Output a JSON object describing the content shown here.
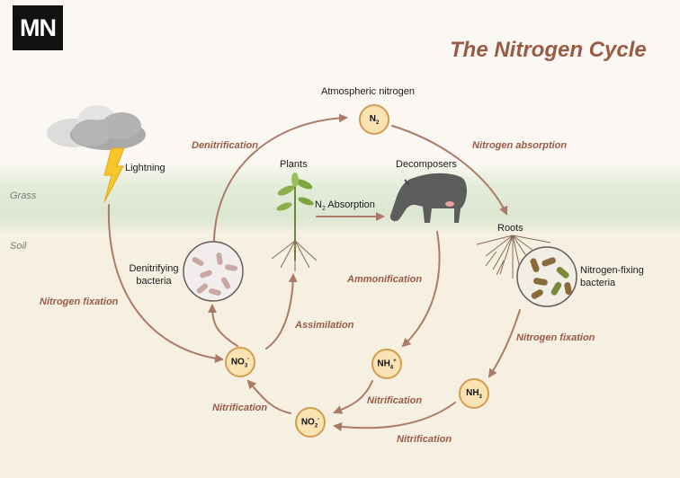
{
  "logo": {
    "text": "MN"
  },
  "title": "The Nitrogen Cycle",
  "zones": {
    "grass": "Grass",
    "soil": "Soil"
  },
  "labels": {
    "atmospheric": "Atmospheric nitrogen",
    "lightning": "Lightning",
    "plants": "Plants",
    "decomposers": "Decomposers",
    "roots": "Roots",
    "denitrifying": "Denitrifying bacteria",
    "nitrogen_fixing": "Nitrogen-fixing bacteria"
  },
  "n2_absorption": {
    "n": "N",
    "sub": "2",
    "rest": " Absorption"
  },
  "processes": {
    "denitrification": "Denitrification",
    "nitrogen_absorption": "Nitrogen absorption",
    "ammonification": "Ammonification",
    "nitrogen_fixation_left": "Nitrogen fixation",
    "nitrogen_fixation_right": "Nitrogen fixation",
    "assimilation": "Assimilation",
    "nitrification_1": "Nitrification",
    "nitrification_2": "Nitrification",
    "nitrification_3": "Nitrification"
  },
  "nodes": {
    "n2": {
      "base": "N",
      "sub": "2",
      "sup": ""
    },
    "no3": {
      "base": "NO",
      "sub": "3",
      "sup": "-"
    },
    "no2": {
      "base": "NO",
      "sub": "2",
      "sup": "-"
    },
    "nh4": {
      "base": "NH",
      "sub": "4",
      "sup": "+"
    },
    "nh3": {
      "base": "NH",
      "sub": "3",
      "sup": ""
    }
  },
  "colors": {
    "node_fill": "#fbe3b4",
    "node_stroke": "#d39c4e",
    "arrow": "#ab7b67",
    "process_text": "#9a5a44",
    "grass_band": "#dfe9d6",
    "soil": "#f6f0e2",
    "lightning": "#f6c62a"
  }
}
